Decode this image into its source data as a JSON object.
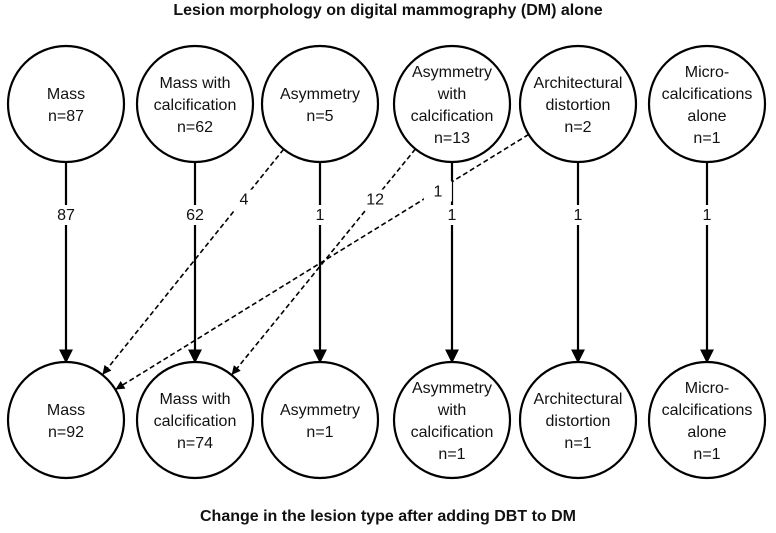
{
  "titles": {
    "top": "Lesion morphology on digital mammography (DM) alone",
    "bottom": "Change in the lesion type after adding DBT to DM"
  },
  "top_nodes": [
    {
      "lines": [
        "Mass",
        "n=87"
      ]
    },
    {
      "lines": [
        "Mass with",
        "calcification",
        "n=62"
      ]
    },
    {
      "lines": [
        "Asymmetry",
        "n=5"
      ]
    },
    {
      "lines": [
        "Asymmetry",
        "with",
        "calcification",
        "n=13"
      ]
    },
    {
      "lines": [
        "Architectural",
        "distortion",
        "n=2"
      ]
    },
    {
      "lines": [
        "Micro-",
        "calcifications",
        "alone",
        "n=1"
      ]
    }
  ],
  "bottom_nodes": [
    {
      "lines": [
        "Mass",
        "n=92"
      ]
    },
    {
      "lines": [
        "Mass with",
        "calcification",
        "n=74"
      ]
    },
    {
      "lines": [
        "Asymmetry",
        "n=1"
      ]
    },
    {
      "lines": [
        "Asymmetry",
        "with",
        "calcification",
        "n=1"
      ]
    },
    {
      "lines": [
        "Architectural",
        "distortion",
        "n=1"
      ]
    },
    {
      "lines": [
        "Micro-",
        "calcifications",
        "alone",
        "n=1"
      ]
    }
  ],
  "edges": [
    {
      "from": 0,
      "to": 0,
      "label": "87",
      "style": "solid"
    },
    {
      "from": 1,
      "to": 1,
      "label": "62",
      "style": "solid"
    },
    {
      "from": 2,
      "to": 2,
      "label": "1",
      "style": "solid"
    },
    {
      "from": 3,
      "to": 3,
      "label": "1",
      "style": "solid"
    },
    {
      "from": 4,
      "to": 4,
      "label": "1",
      "style": "solid"
    },
    {
      "from": 5,
      "to": 5,
      "label": "1",
      "style": "solid"
    },
    {
      "from": 2,
      "to": 0,
      "label": "4",
      "style": "dashed"
    },
    {
      "from": 3,
      "to": 1,
      "label": "12",
      "style": "dashed"
    },
    {
      "from": 4,
      "to": 0,
      "label": "1",
      "style": "dashed"
    }
  ]
}
